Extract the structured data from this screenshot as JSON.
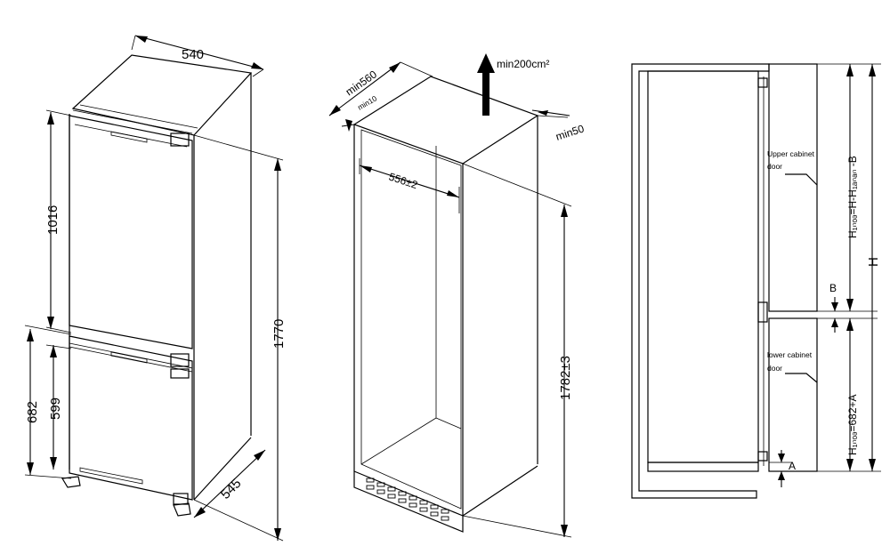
{
  "colors": {
    "line": "#000000",
    "background": "#ffffff"
  },
  "appliance": {
    "width": "540",
    "depth": "545",
    "height": "1770",
    "upper_door": "1016",
    "lower_overall": "682",
    "lower_door": "599"
  },
  "niche": {
    "depth_min": "min560",
    "gap_min": "min10",
    "width": "556±2",
    "height": "1782±3",
    "vent": "min200cm²",
    "rear_min": "min50"
  },
  "section": {
    "upper_label_1": "Upper cabinet",
    "upper_label_2": "door",
    "lower_label_1": "lower cabinet",
    "lower_label_2": "door",
    "formula_upper": "H₁ₙₒₔ=H-H₁ₐₙₐₙ -B",
    "formula_lower": "H₁ₙₒₔ=682+A",
    "total": "H",
    "gap_b": "B",
    "gap_a": "A"
  }
}
